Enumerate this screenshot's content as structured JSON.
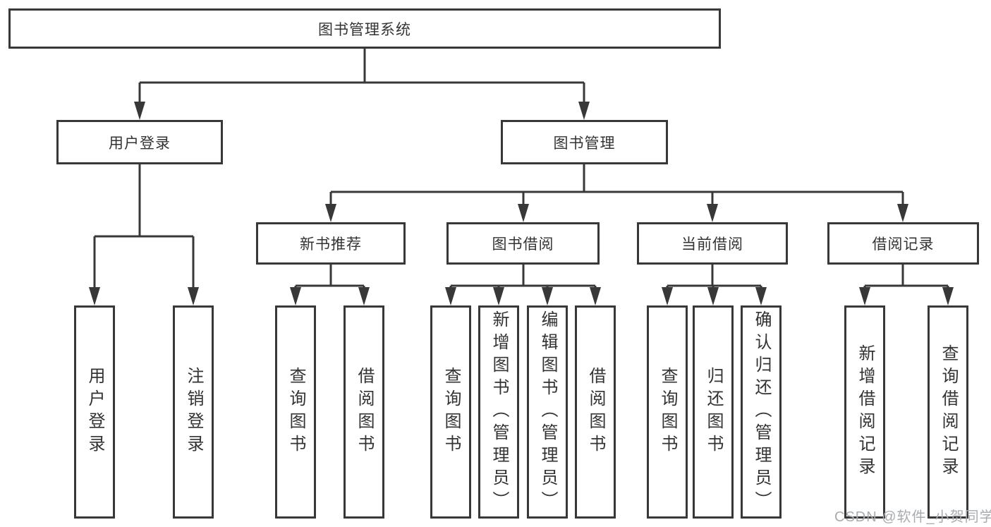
{
  "colors": {
    "line": "#383838",
    "text": "#333333",
    "background": "#ffffff",
    "watermark": "#a8acb0"
  },
  "watermark": {
    "text": "CSDN @软件_小贺同学"
  },
  "tree": {
    "root": {
      "label": "图书管理系统",
      "children": [
        {
          "label": "用户登录",
          "children": [
            {
              "label": "用户登录"
            },
            {
              "label": "注销登录"
            }
          ]
        },
        {
          "label": "图书管理",
          "children": [
            {
              "label": "新书推荐",
              "children": [
                {
                  "label": "查询图书"
                },
                {
                  "label": "借阅图书"
                }
              ]
            },
            {
              "label": "图书借阅",
              "children": [
                {
                  "label": "查询图书"
                },
                {
                  "label": "新增图书（管理员）"
                },
                {
                  "label": "编辑图书（管理员）"
                },
                {
                  "label": "借阅图书"
                }
              ]
            },
            {
              "label": "当前借阅",
              "children": [
                {
                  "label": "查询图书"
                },
                {
                  "label": "归还图书"
                },
                {
                  "label": "确认归还（管理员）"
                }
              ]
            },
            {
              "label": "借阅记录",
              "children": [
                {
                  "label": "新增借阅记录"
                },
                {
                  "label": "查询借阅记录"
                }
              ]
            }
          ]
        }
      ]
    }
  }
}
